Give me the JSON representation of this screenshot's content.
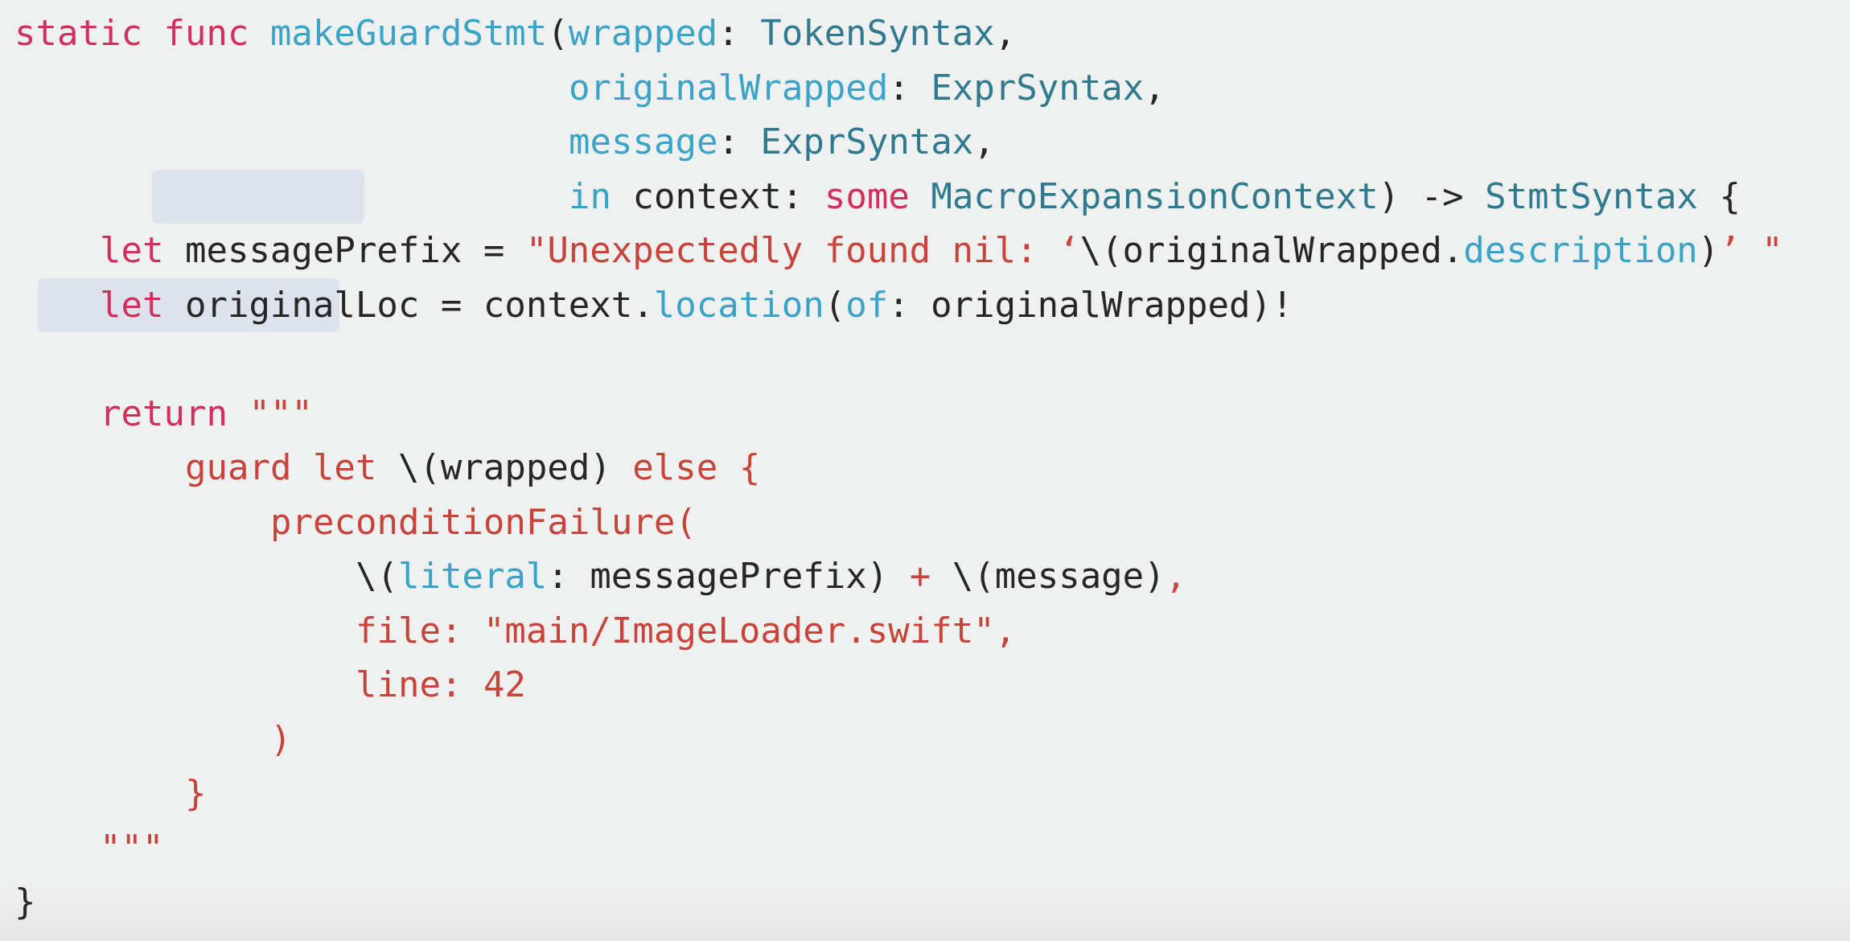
{
  "colors": {
    "background": "#eff0f0",
    "keyword": "#d1305d",
    "type": "#2f7a8e",
    "parameter": "#3aa3c6",
    "string": "#c8443a",
    "plain": "#262626",
    "highlight": "#dde3ec"
  },
  "code": {
    "highlights": [
      {
        "line": 3,
        "col_start": 6.45,
        "col_end": 16.4
      },
      {
        "line": 5,
        "col_start": 1.08,
        "col_end": 15.25
      }
    ],
    "lines": [
      {
        "indent": 0,
        "tokens": [
          {
            "text": "static",
            "kind": "keyword"
          },
          {
            "text": " ",
            "kind": "plain"
          },
          {
            "text": "func",
            "kind": "keyword"
          },
          {
            "text": " ",
            "kind": "plain"
          },
          {
            "text": "makeGuardStmt",
            "kind": "parameter"
          },
          {
            "text": "(",
            "kind": "plain"
          },
          {
            "text": "wrapped",
            "kind": "parameter"
          },
          {
            "text": ": ",
            "kind": "plain"
          },
          {
            "text": "TokenSyntax",
            "kind": "type"
          },
          {
            "text": ",",
            "kind": "plain"
          }
        ]
      },
      {
        "indent": 26,
        "tokens": [
          {
            "text": "originalWrapped",
            "kind": "parameter"
          },
          {
            "text": ": ",
            "kind": "plain"
          },
          {
            "text": "ExprSyntax",
            "kind": "type"
          },
          {
            "text": ",",
            "kind": "plain"
          }
        ]
      },
      {
        "indent": 26,
        "tokens": [
          {
            "text": "message",
            "kind": "parameter"
          },
          {
            "text": ": ",
            "kind": "plain"
          },
          {
            "text": "ExprSyntax",
            "kind": "type"
          },
          {
            "text": ",",
            "kind": "plain"
          }
        ]
      },
      {
        "indent": 26,
        "tokens": [
          {
            "text": "in",
            "kind": "parameter"
          },
          {
            "text": " context: ",
            "kind": "plain"
          },
          {
            "text": "some",
            "kind": "keyword"
          },
          {
            "text": " ",
            "kind": "plain"
          },
          {
            "text": "MacroExpansionContext",
            "kind": "type"
          },
          {
            "text": ") -> ",
            "kind": "plain"
          },
          {
            "text": "StmtSyntax",
            "kind": "type"
          },
          {
            "text": " {",
            "kind": "plain"
          }
        ]
      },
      {
        "indent": 4,
        "tokens": [
          {
            "text": "let",
            "kind": "keyword"
          },
          {
            "text": " messagePrefix = ",
            "kind": "plain"
          },
          {
            "text": "\"Unexpectedly found nil: ‘",
            "kind": "string"
          },
          {
            "text": "\\(originalWrapped.",
            "kind": "plain"
          },
          {
            "text": "description",
            "kind": "parameter"
          },
          {
            "text": ")",
            "kind": "plain"
          },
          {
            "text": "’ \"",
            "kind": "string"
          }
        ]
      },
      {
        "indent": 4,
        "tokens": [
          {
            "text": "let",
            "kind": "keyword"
          },
          {
            "text": " originalLoc = context.",
            "kind": "plain"
          },
          {
            "text": "location",
            "kind": "parameter"
          },
          {
            "text": "(",
            "kind": "plain"
          },
          {
            "text": "of",
            "kind": "parameter"
          },
          {
            "text": ": originalWrapped)!",
            "kind": "plain"
          }
        ]
      },
      {
        "indent": 0,
        "tokens": []
      },
      {
        "indent": 4,
        "tokens": [
          {
            "text": "return",
            "kind": "keyword"
          },
          {
            "text": " ",
            "kind": "plain"
          },
          {
            "text": "\"\"\"",
            "kind": "string"
          }
        ]
      },
      {
        "indent": 8,
        "tokens": [
          {
            "text": "guard let ",
            "kind": "string"
          },
          {
            "text": "\\(wrapped)",
            "kind": "plain"
          },
          {
            "text": " else {",
            "kind": "string"
          }
        ]
      },
      {
        "indent": 12,
        "tokens": [
          {
            "text": "preconditionFailure(",
            "kind": "string"
          }
        ]
      },
      {
        "indent": 16,
        "tokens": [
          {
            "text": "\\(",
            "kind": "plain"
          },
          {
            "text": "literal",
            "kind": "parameter"
          },
          {
            "text": ": messagePrefix)",
            "kind": "plain"
          },
          {
            "text": " + ",
            "kind": "string"
          },
          {
            "text": "\\(message)",
            "kind": "plain"
          },
          {
            "text": ",",
            "kind": "string"
          }
        ]
      },
      {
        "indent": 16,
        "tokens": [
          {
            "text": "file: \"main/ImageLoader.swift\",",
            "kind": "string"
          }
        ]
      },
      {
        "indent": 16,
        "tokens": [
          {
            "text": "line: 42",
            "kind": "string"
          }
        ]
      },
      {
        "indent": 12,
        "tokens": [
          {
            "text": ")",
            "kind": "string"
          }
        ]
      },
      {
        "indent": 8,
        "tokens": [
          {
            "text": "}",
            "kind": "string"
          }
        ]
      },
      {
        "indent": 4,
        "tokens": [
          {
            "text": "\"\"\"",
            "kind": "string"
          }
        ]
      },
      {
        "indent": 0,
        "tokens": [
          {
            "text": "}",
            "kind": "plain"
          }
        ]
      }
    ]
  }
}
